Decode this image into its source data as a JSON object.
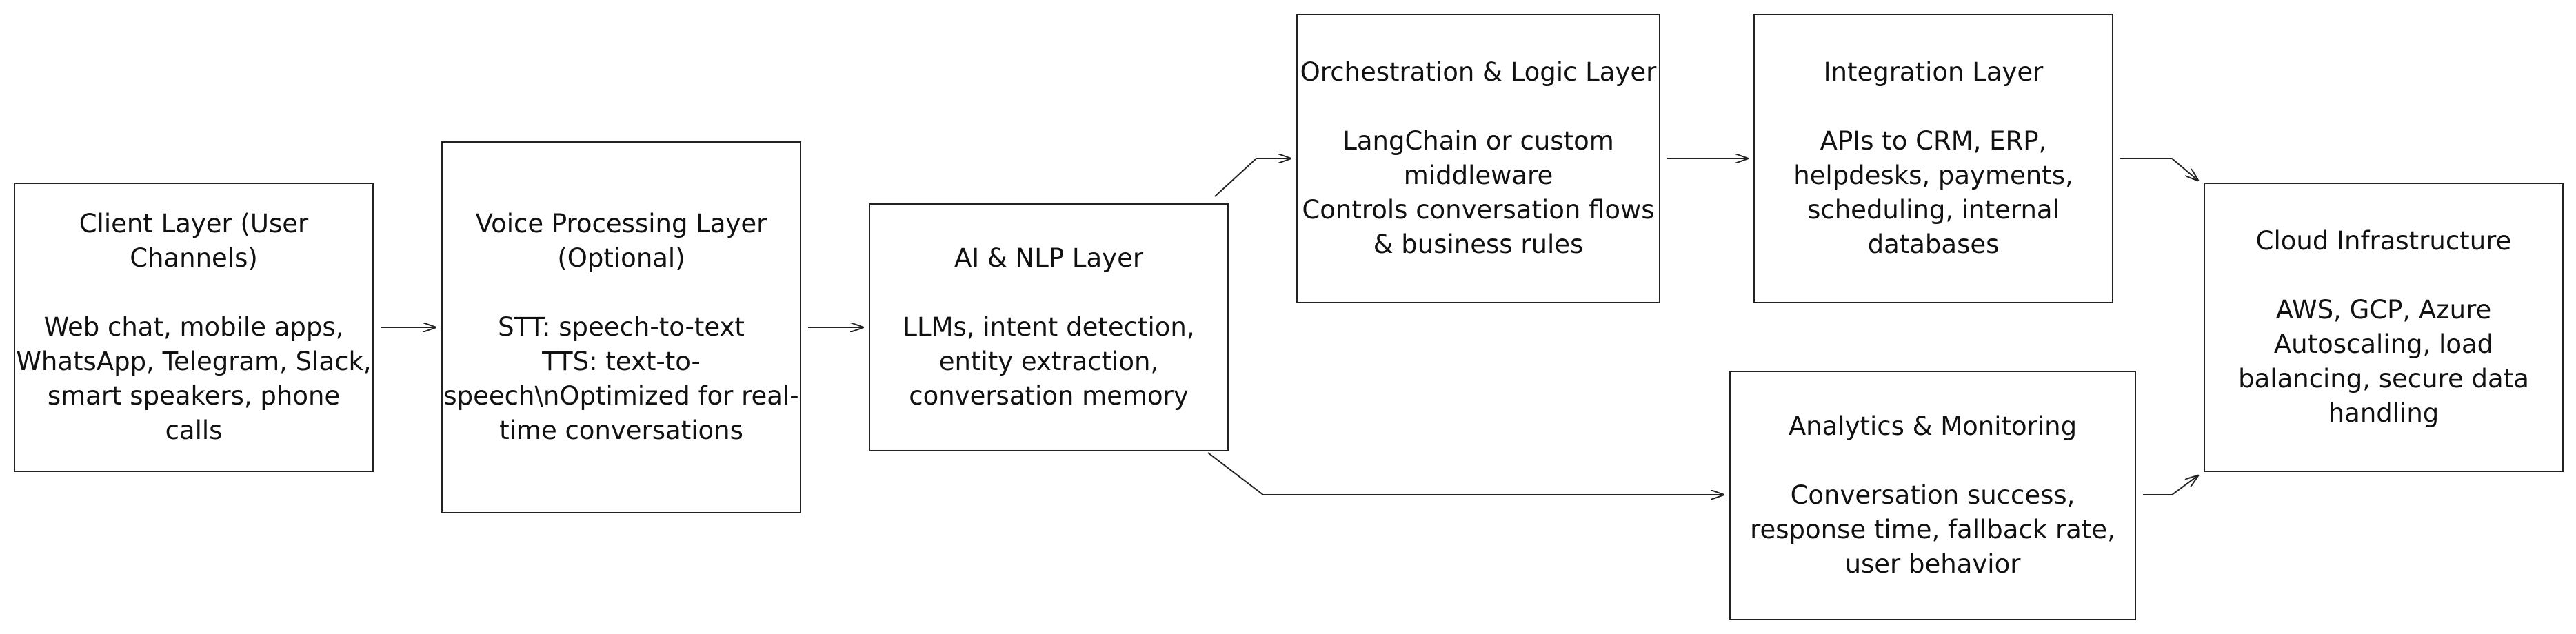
{
  "nodes": {
    "client": {
      "title": "Client Layer (User Channels)",
      "lines": [
        "Web chat, mobile apps, WhatsApp, Telegram, Slack, smart speakers, phone calls"
      ]
    },
    "voice": {
      "title": "Voice Processing Layer (Optional)",
      "lines": [
        "STT: speech-to-text",
        "TTS: text-to-speech\\nOptimized for real-time conversations"
      ]
    },
    "ai": {
      "title": "AI & NLP Layer",
      "lines": [
        "LLMs, intent detection, entity extraction, conversation memory"
      ]
    },
    "orchestration": {
      "title": "Orchestration & Logic Layer",
      "lines": [
        "LangChain or custom middleware",
        "Controls conversation flows & business rules"
      ]
    },
    "integration": {
      "title": "Integration Layer",
      "lines": [
        "APIs to CRM, ERP, helpdesks, payments, scheduling, internal databases"
      ]
    },
    "analytics": {
      "title": "Analytics & Monitoring",
      "lines": [
        "Conversation success, response time, fallback rate, user behavior"
      ]
    },
    "cloud": {
      "title": "Cloud Infrastructure",
      "lines": [
        "AWS, GCP, Azure",
        "Autoscaling, load balancing, secure data handling"
      ]
    }
  },
  "edges": [
    {
      "from": "client",
      "to": "voice"
    },
    {
      "from": "voice",
      "to": "ai"
    },
    {
      "from": "ai",
      "to": "orchestration"
    },
    {
      "from": "ai",
      "to": "analytics"
    },
    {
      "from": "orchestration",
      "to": "integration"
    },
    {
      "from": "integration",
      "to": "cloud"
    },
    {
      "from": "analytics",
      "to": "cloud"
    }
  ],
  "style": {
    "stroke": "#222222",
    "background": "#ffffff",
    "text": "#111111"
  }
}
